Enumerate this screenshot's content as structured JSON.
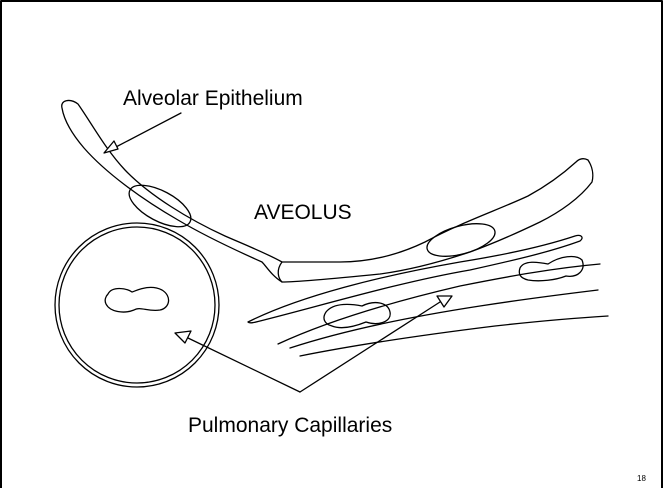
{
  "labels": {
    "epithelium": "Alveolar Epithelium",
    "alveolus": "AVEOLUS",
    "capillaries": "Pulmonary Capillaries"
  },
  "page_number": "18",
  "colors": {
    "line": "#000000",
    "background": "#ffffff"
  }
}
